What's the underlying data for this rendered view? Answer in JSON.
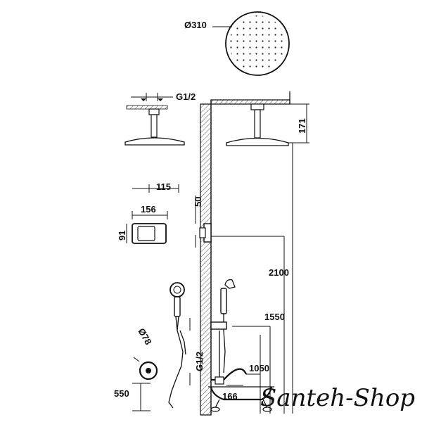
{
  "dimensions": {
    "head_diameter": "Ø310",
    "thread_top": "G1/2",
    "head_height": "171",
    "valve_depth": "115",
    "valve_width": "156",
    "valve_height": "91",
    "valve_offset": "50",
    "shower_height": "2100",
    "holder_height": "1550",
    "spout_height": "1050",
    "spout_reach": "166",
    "thread_bottom": "G1/2",
    "knob_diameter": "Ø78",
    "knob_height": "550"
  },
  "watermark": "Santeh-Shop"
}
